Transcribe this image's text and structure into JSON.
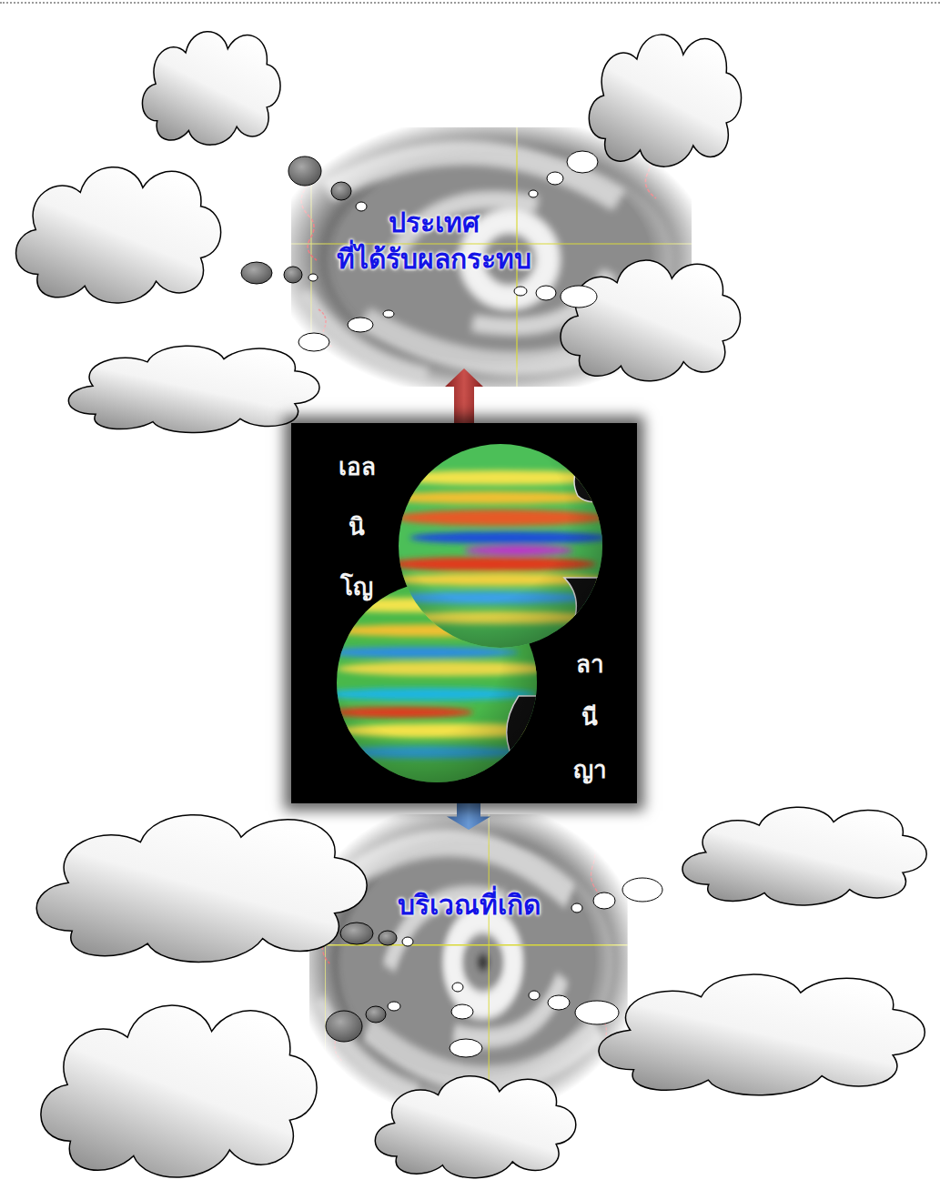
{
  "diagram": {
    "nodes": [
      {
        "text": [
          "ประเทศ ที่ได้รับผลกระทบ"
        ]
      },
      {
        "text": [
          "เอล นิ โญ",
          "ลา นี ญา"
        ]
      },
      {
        "text": [
          "บริเวณที่เกิด"
        ]
      }
    ],
    "edges": [
      {
        "from": 1,
        "to": 0,
        "arrow": "to"
      },
      {
        "from": 1,
        "to": 2,
        "arrow": "to"
      }
    ]
  }
}
